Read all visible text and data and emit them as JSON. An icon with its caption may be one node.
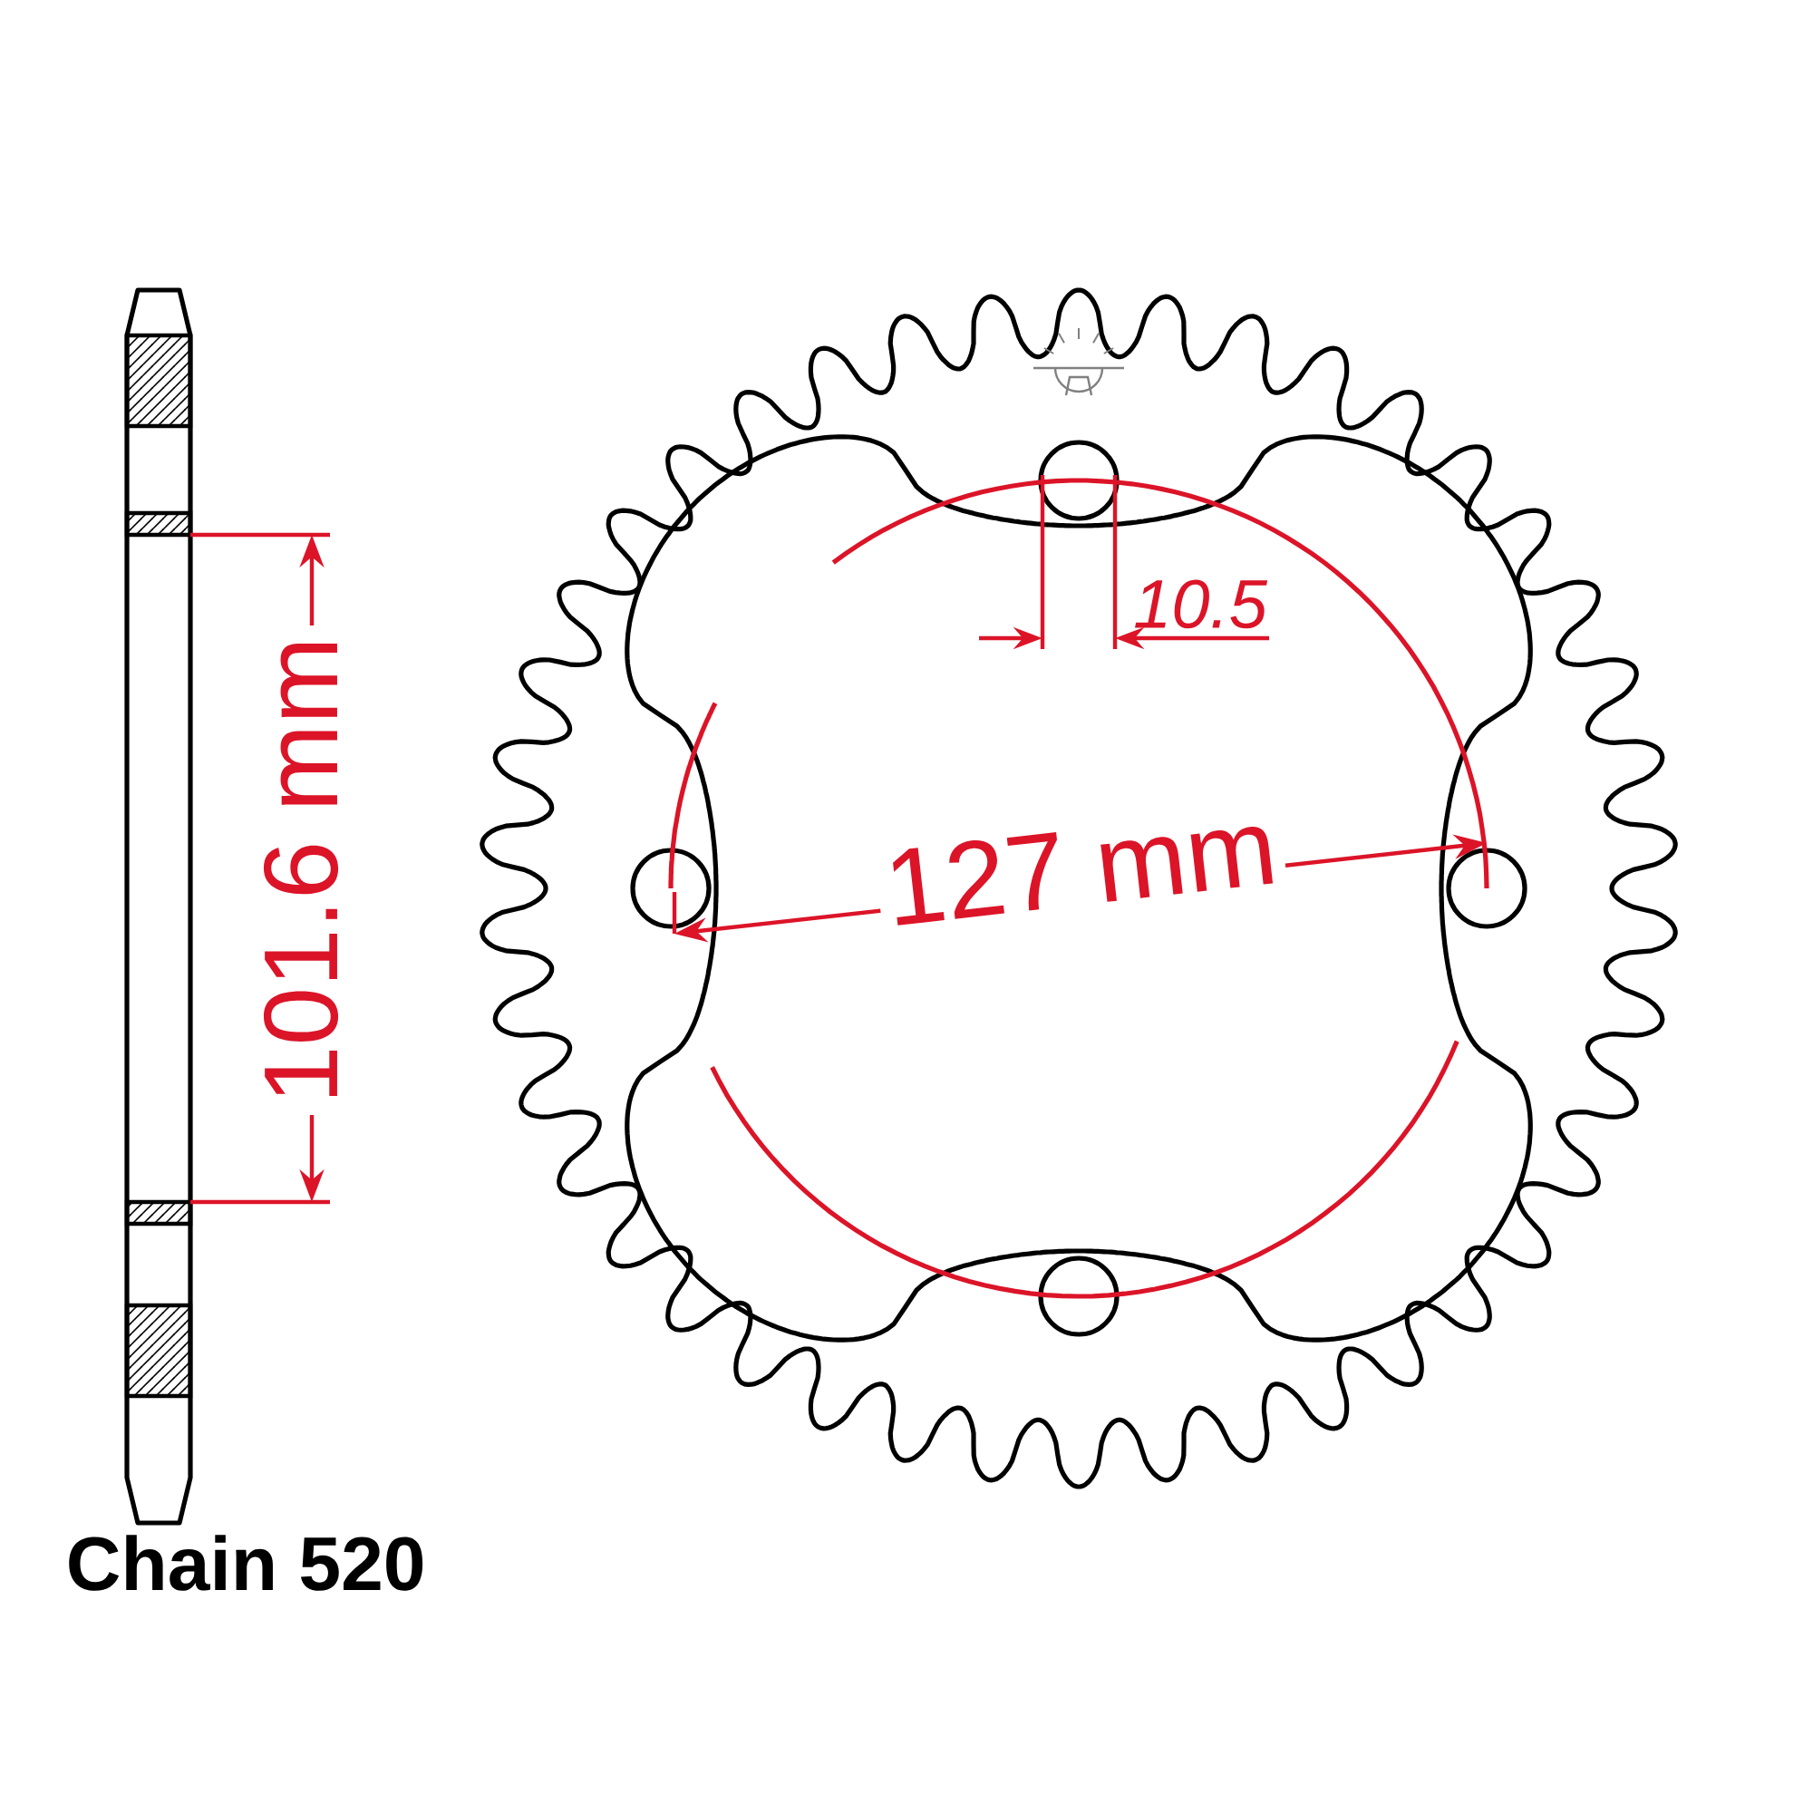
{
  "diagram": {
    "labels": [
      "101.6 mm",
      "10.5",
      "127 mm",
      "Chain 520"
    ]
  }
}
